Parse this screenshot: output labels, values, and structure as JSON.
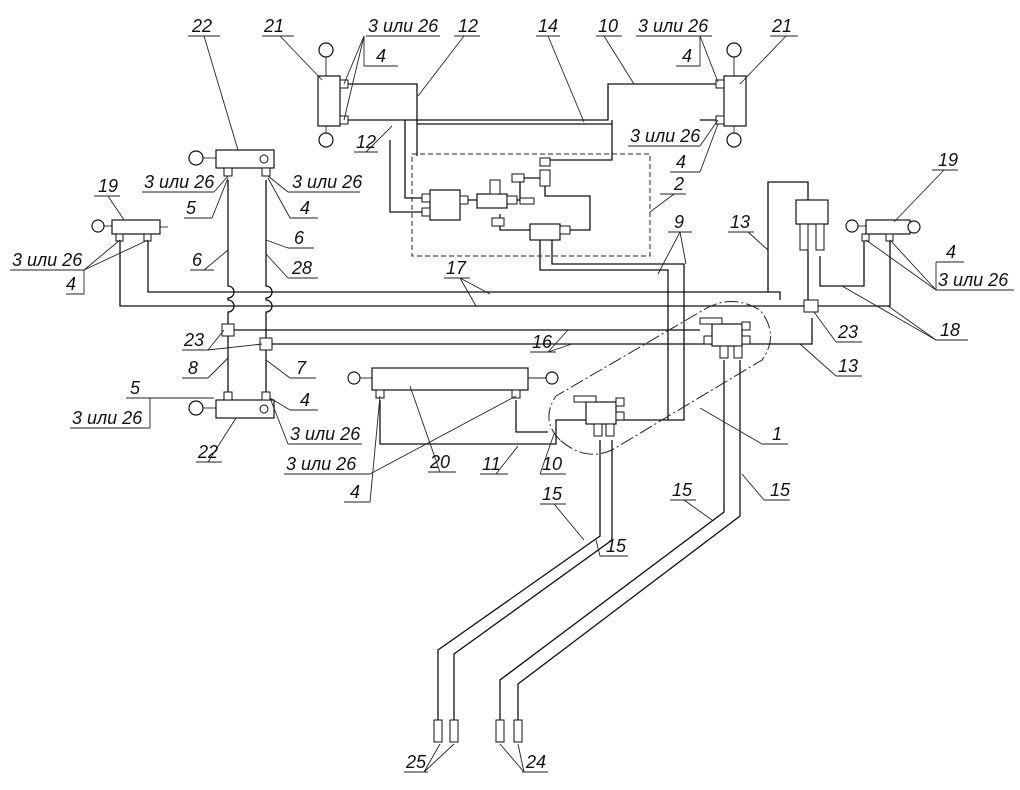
{
  "callouts": {
    "c22_top": "22",
    "c21_left": "21",
    "c3_or_26_tl": "3 или 26",
    "c4_tl": "4",
    "c12_top": "12",
    "c14": "14",
    "c10_top": "10",
    "c3_or_26_tr": "3 или 26",
    "c4_tr": "4",
    "c21_right": "21",
    "c12_mid": "12",
    "c3_or_26_rm": "3 или 26",
    "c4_rm": "4",
    "c19_left": "19",
    "c3_or_26_l1": "3 или 26",
    "c3_or_26_l2": "3 или 26",
    "c5_top": "5",
    "c4_ml": "4",
    "c2": "2",
    "c19_right": "19",
    "c3_or_26_left": "3 или 26",
    "c4_left": "4",
    "c6_a": "6",
    "c6_b": "6",
    "c28": "28",
    "c9": "9",
    "c13_top": "13",
    "c4_right": "4",
    "c3_or_26_right": "3 или 26",
    "c17": "17",
    "c18": "18",
    "c23_left": "23",
    "c23_right": "23",
    "c8": "8",
    "c16": "16",
    "c13_right": "13",
    "c5_bot": "5",
    "c7": "7",
    "c4_bl": "4",
    "c3_or_26_bl": "3 или 26",
    "c3_or_26_bm": "3 или 26",
    "c1": "1",
    "c22_bot": "22",
    "c3_or_26_bc": "3 или 26",
    "c20": "20",
    "c11": "11",
    "c10_bot": "10",
    "c4_bc": "4",
    "c15_a": "15",
    "c15_b": "15",
    "c15_c": "15",
    "c15_d": "15",
    "c25": "25",
    "c24": "24"
  }
}
